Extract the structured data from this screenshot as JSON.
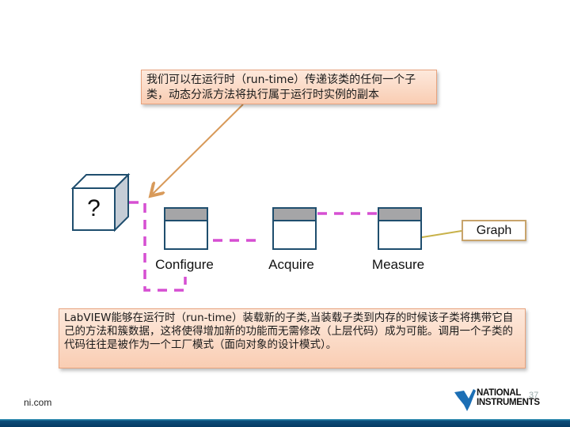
{
  "slide": {
    "callout_top": {
      "text": "我们可以在运行时（run-time）传递该类的任何一个子类，动态分派方法将执行属于运行时实例的副本"
    },
    "callout_bottom": {
      "text": "LabVIEW能够在运行时（run-time）装载新的子类,当装载子类到内存的时候该子类将携带它自己的方法和簇数据，这将使得增加新的功能而无需修改（上层代码）成为可能。调用一个子类的代码往往是被作为一个工厂模式（面向对象的设计模式）。"
    },
    "cube": {
      "symbol": "?"
    },
    "vis": [
      {
        "label": "Configure"
      },
      {
        "label": "Acquire"
      },
      {
        "label": "Measure"
      }
    ],
    "graph": {
      "label": "Graph"
    },
    "colors": {
      "wire": "#d64fd2",
      "arrow": "#d89a5a",
      "vi_border": "#1f4e6e",
      "vi_header": "#a5a5a7",
      "callout_fill": "#fbdccb",
      "footer_bar": "#0d4e7a"
    }
  },
  "footer": {
    "site": "ni.com",
    "page_number": "37",
    "logo": {
      "line1": "NATIONAL",
      "line2": "INSTRUMENTS"
    }
  }
}
